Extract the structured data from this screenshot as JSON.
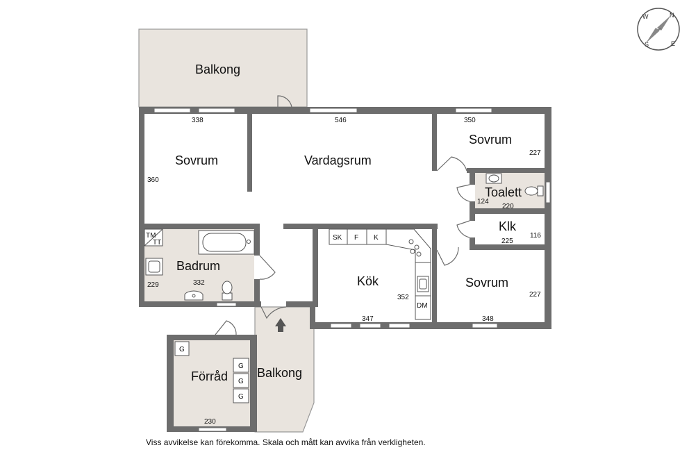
{
  "rooms": {
    "balkong_top": "Balkong",
    "sovrum_left": "Sovrum",
    "vardagsrum": "Vardagsrum",
    "sovrum_top_right": "Sovrum",
    "toalett": "Toalett",
    "klk": "Klk",
    "badrum": "Badrum",
    "kok": "Kök",
    "sovrum_bottom_right": "Sovrum",
    "forrad": "Förråd",
    "balkong_bottom": "Balkong"
  },
  "dimensions": {
    "sovrum_left_width": "338",
    "sovrum_left_depth": "360",
    "vardagsrum_width": "546",
    "sovrum_top_right_width": "350",
    "sovrum_top_right_depth": "227",
    "toalett_width": "220",
    "toalett_depth": "124",
    "klk_width": "225",
    "klk_depth": "116",
    "badrum_width": "332",
    "badrum_depth": "229",
    "kok_width": "347",
    "kok_depth": "352",
    "sovrum_bottom_right_width": "348",
    "sovrum_bottom_right_depth": "227",
    "forrad_width": "230"
  },
  "fixtures": {
    "sk": "SK",
    "f": "F",
    "k": "K",
    "dm": "DM",
    "tm": "TM",
    "tt": "TT",
    "g1": "G",
    "g2": "G",
    "g3": "G",
    "g4": "G"
  },
  "compass": {
    "n": "N",
    "e": "E",
    "s": "S",
    "w": "W"
  },
  "disclaimer": "Viss avvikelse kan förekomma. Skala och mått kan avvika från verkligheten.",
  "colors": {
    "wall": "#6d6d6d",
    "room_floor": "#ffffff",
    "wet_floor": "#e9e4de",
    "balcony_floor": "#e9e4de",
    "line": "#555555"
  }
}
